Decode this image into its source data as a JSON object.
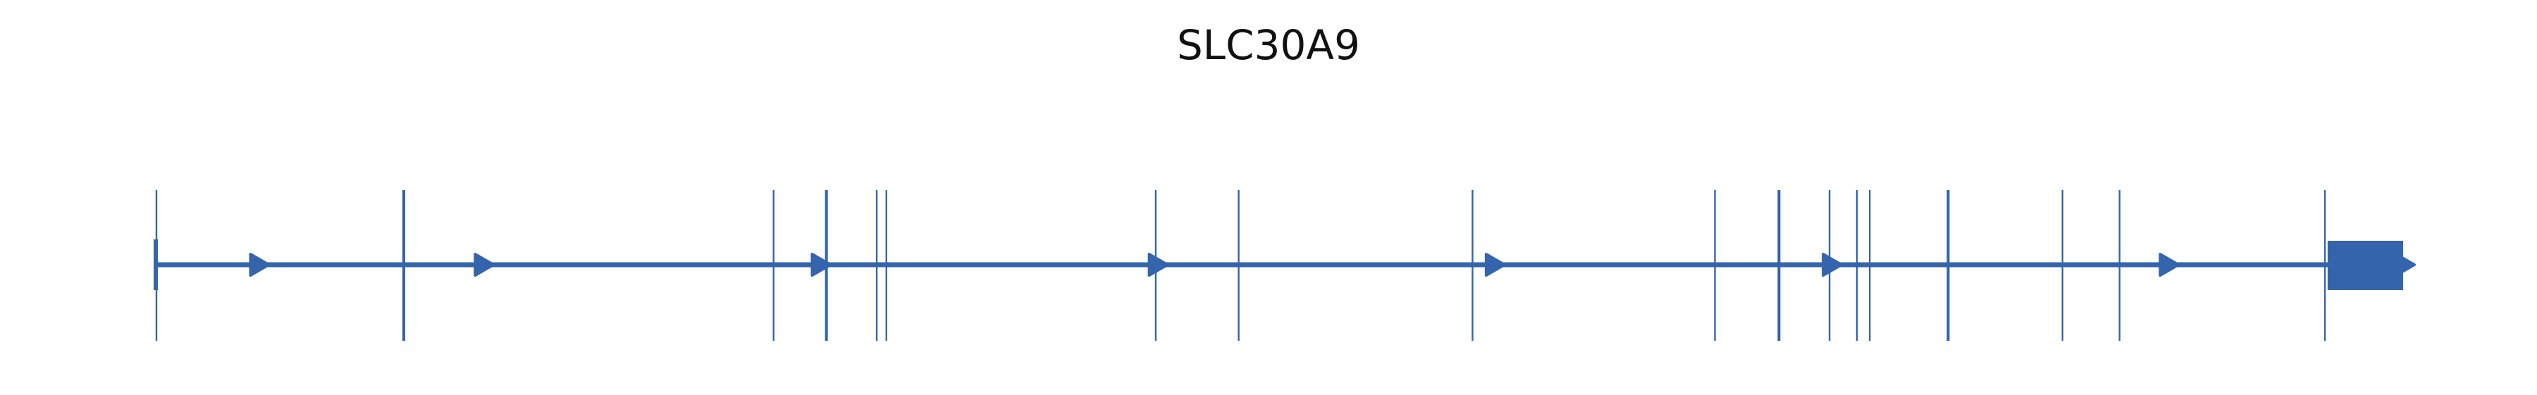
{
  "title": "SLC30A9",
  "color": "#3465ac",
  "chart_data": {
    "type": "gene-structure",
    "gene": "SLC30A9",
    "strand": "+",
    "tall_exons": [
      0.0,
      0.1101,
      0.2747,
      0.2982,
      0.3206,
      0.3249,
      0.4448,
      0.4817,
      0.5858,
      0.6937,
      0.7222,
      0.7447,
      0.7569,
      0.7626,
      0.7975,
      0.8484,
      0.8738,
      0.9652
    ],
    "thick_exons": [
      0.1101,
      0.2982,
      0.7222,
      0.7975
    ],
    "direction_arrows": [
      0.045,
      0.145,
      0.295,
      0.445,
      0.595,
      0.745,
      0.895,
      1.0
    ],
    "utr_block": [
      0.9664,
      1.0
    ]
  }
}
